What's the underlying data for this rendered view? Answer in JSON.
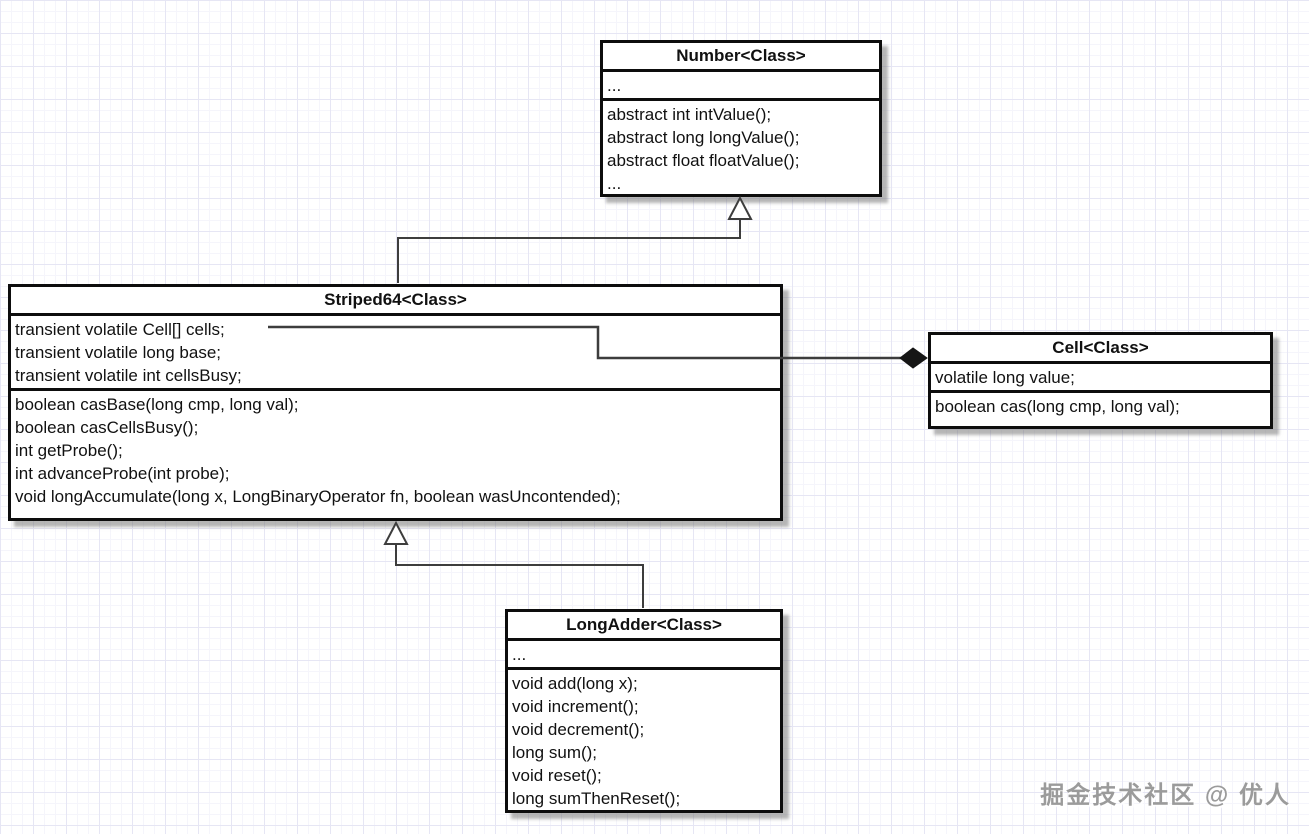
{
  "diagram": {
    "classes": {
      "number": {
        "title": "Number<Class>",
        "fields": [
          "..."
        ],
        "methods": [
          "abstract int intValue();",
          "abstract long longValue();",
          "abstract float floatValue();",
          "..."
        ]
      },
      "striped64": {
        "title": "Striped64<Class>",
        "fields": [
          "transient volatile Cell[] cells;",
          "transient volatile long base;",
          "transient volatile int cellsBusy;"
        ],
        "methods": [
          "boolean casBase(long cmp, long val);",
          "boolean casCellsBusy();",
          "int getProbe();",
          "int advanceProbe(int probe);",
          "void longAccumulate(long x, LongBinaryOperator fn, boolean wasUncontended);"
        ]
      },
      "cell": {
        "title": "Cell<Class>",
        "fields": [
          "volatile long value;"
        ],
        "methods": [
          "boolean cas(long cmp, long val);"
        ]
      },
      "longadder": {
        "title": "LongAdder<Class>",
        "fields": [
          "..."
        ],
        "methods": [
          "void add(long x);",
          "void increment();",
          "void decrement();",
          "long sum();",
          "void reset();",
          "long sumThenReset();"
        ]
      }
    },
    "relationships": [
      {
        "type": "generalization",
        "from": "Striped64",
        "to": "Number"
      },
      {
        "type": "generalization",
        "from": "LongAdder",
        "to": "Striped64"
      },
      {
        "type": "composition",
        "from": "Striped64.cells",
        "to": "Cell"
      }
    ],
    "watermark": "掘金技术社区 @ 优人",
    "colors": {
      "box_border": "#0d0d0d",
      "connector": "#3d3d3d",
      "grid_major": "#e6e6f4",
      "grid_minor": "#f5f5fb",
      "shadow": "#787878",
      "watermark": "#9b9b9b"
    }
  }
}
